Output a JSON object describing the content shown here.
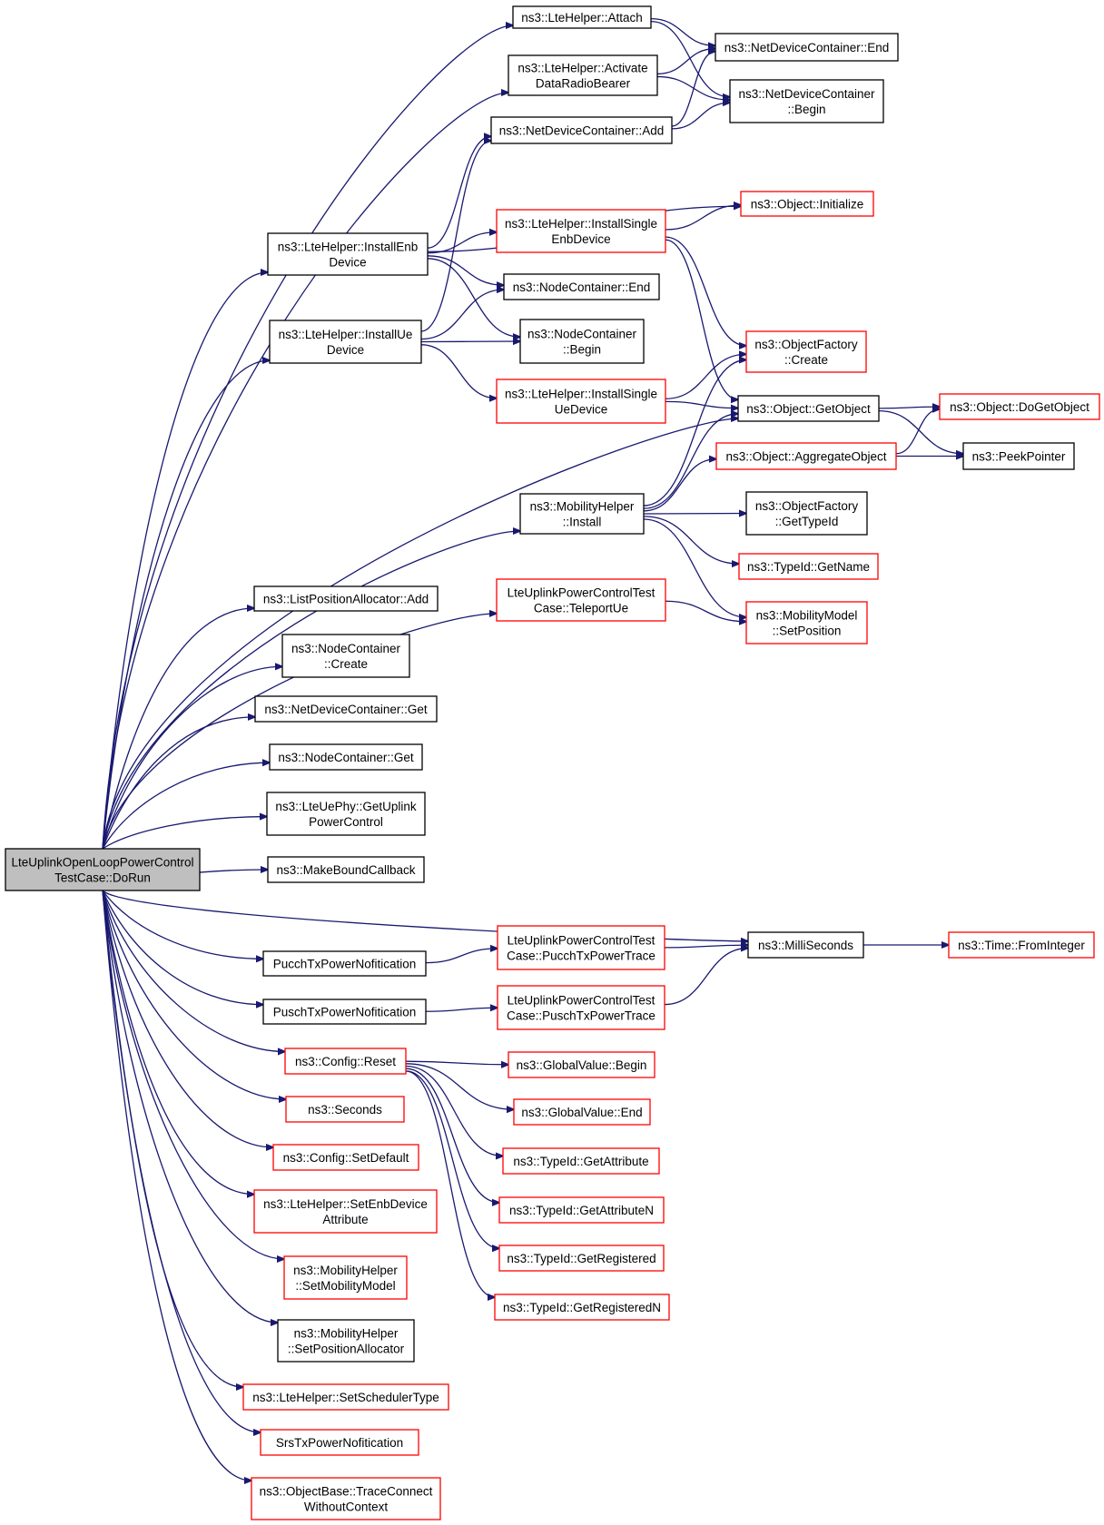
{
  "diagram": {
    "colors": {
      "edge": "#191970",
      "border_default": "#000000",
      "border_incomplete": "#ff0000",
      "root_fill": "#bfbfbf"
    },
    "nodes": [
      {
        "id": "root",
        "lines": [
          "LteUplinkOpenLoopPowerControl",
          "TestCase::DoRun"
        ],
        "style": "root"
      },
      {
        "id": "attach",
        "lines": [
          "ns3::LteHelper::Attach"
        ],
        "style": "black"
      },
      {
        "id": "ndc_end",
        "lines": [
          "ns3::NetDeviceContainer::End"
        ],
        "style": "black"
      },
      {
        "id": "activate",
        "lines": [
          "ns3::LteHelper::Activate",
          "DataRadioBearer"
        ],
        "style": "black"
      },
      {
        "id": "ndc_begin",
        "lines": [
          "ns3::NetDeviceContainer",
          "::Begin"
        ],
        "style": "black"
      },
      {
        "id": "ndc_add",
        "lines": [
          "ns3::NetDeviceContainer::Add"
        ],
        "style": "black"
      },
      {
        "id": "obj_init",
        "lines": [
          "ns3::Object::Initialize"
        ],
        "style": "red"
      },
      {
        "id": "inst_enb",
        "lines": [
          "ns3::LteHelper::InstallEnb",
          "Device"
        ],
        "style": "black"
      },
      {
        "id": "inst_single_enb",
        "lines": [
          "ns3::LteHelper::InstallSingle",
          "EnbDevice"
        ],
        "style": "red"
      },
      {
        "id": "nc_end",
        "lines": [
          "ns3::NodeContainer::End"
        ],
        "style": "black"
      },
      {
        "id": "inst_ue",
        "lines": [
          "ns3::LteHelper::InstallUe",
          "Device"
        ],
        "style": "black"
      },
      {
        "id": "nc_begin",
        "lines": [
          "ns3::NodeContainer",
          "::Begin"
        ],
        "style": "black"
      },
      {
        "id": "objfac_create",
        "lines": [
          "ns3::ObjectFactory",
          "::Create"
        ],
        "style": "red"
      },
      {
        "id": "inst_single_ue",
        "lines": [
          "ns3::LteHelper::InstallSingle",
          "UeDevice"
        ],
        "style": "red"
      },
      {
        "id": "getobject",
        "lines": [
          "ns3::Object::GetObject"
        ],
        "style": "black"
      },
      {
        "id": "dogetobject",
        "lines": [
          "ns3::Object::DoGetObject"
        ],
        "style": "red"
      },
      {
        "id": "aggregate",
        "lines": [
          "ns3::Object::AggregateObject"
        ],
        "style": "red"
      },
      {
        "id": "peekpointer",
        "lines": [
          "ns3::PeekPointer"
        ],
        "style": "black"
      },
      {
        "id": "mob_install",
        "lines": [
          "ns3::MobilityHelper",
          "::Install"
        ],
        "style": "black"
      },
      {
        "id": "objfac_typeid",
        "lines": [
          "ns3::ObjectFactory",
          "::GetTypeId"
        ],
        "style": "black"
      },
      {
        "id": "typeid_name",
        "lines": [
          "ns3::TypeId::GetName"
        ],
        "style": "red"
      },
      {
        "id": "teleport",
        "lines": [
          "LteUplinkPowerControlTest",
          "Case::TeleportUe"
        ],
        "style": "red"
      },
      {
        "id": "setposition",
        "lines": [
          "ns3::MobilityModel",
          "::SetPosition"
        ],
        "style": "red"
      },
      {
        "id": "lpa_add",
        "lines": [
          "ns3::ListPositionAllocator::Add"
        ],
        "style": "black"
      },
      {
        "id": "nc_create",
        "lines": [
          "ns3::NodeContainer",
          "::Create"
        ],
        "style": "black"
      },
      {
        "id": "ndc_get",
        "lines": [
          "ns3::NetDeviceContainer::Get"
        ],
        "style": "black"
      },
      {
        "id": "nc_get",
        "lines": [
          "ns3::NodeContainer::Get"
        ],
        "style": "black"
      },
      {
        "id": "uephy_getpc",
        "lines": [
          "ns3::LteUePhy::GetUplink",
          "PowerControl"
        ],
        "style": "black"
      },
      {
        "id": "mbc",
        "lines": [
          "ns3::MakeBoundCallback"
        ],
        "style": "black"
      },
      {
        "id": "ms",
        "lines": [
          "ns3::MilliSeconds"
        ],
        "style": "black"
      },
      {
        "id": "fromint",
        "lines": [
          "ns3::Time::FromInteger"
        ],
        "style": "red"
      },
      {
        "id": "pucch_nof",
        "lines": [
          "PucchTxPowerNofitication"
        ],
        "style": "black"
      },
      {
        "id": "pucch_trace",
        "lines": [
          "LteUplinkPowerControlTest",
          "Case::PucchTxPowerTrace"
        ],
        "style": "red"
      },
      {
        "id": "pusch_nof",
        "lines": [
          "PuschTxPowerNofitication"
        ],
        "style": "black"
      },
      {
        "id": "pusch_trace",
        "lines": [
          "LteUplinkPowerControlTest",
          "Case::PuschTxPowerTrace"
        ],
        "style": "red"
      },
      {
        "id": "cfg_reset",
        "lines": [
          "ns3::Config::Reset"
        ],
        "style": "red"
      },
      {
        "id": "gv_begin",
        "lines": [
          "ns3::GlobalValue::Begin"
        ],
        "style": "red"
      },
      {
        "id": "gv_end",
        "lines": [
          "ns3::GlobalValue::End"
        ],
        "style": "red"
      },
      {
        "id": "seconds",
        "lines": [
          "ns3::Seconds"
        ],
        "style": "red"
      },
      {
        "id": "tid_getattr",
        "lines": [
          "ns3::TypeId::GetAttribute"
        ],
        "style": "red"
      },
      {
        "id": "cfg_setdefault",
        "lines": [
          "ns3::Config::SetDefault"
        ],
        "style": "red"
      },
      {
        "id": "tid_getattrn",
        "lines": [
          "ns3::TypeId::GetAttributeN"
        ],
        "style": "red"
      },
      {
        "id": "setenbattr",
        "lines": [
          "ns3::LteHelper::SetEnbDevice",
          "Attribute"
        ],
        "style": "red"
      },
      {
        "id": "tid_getreg",
        "lines": [
          "ns3::TypeId::GetRegistered"
        ],
        "style": "red"
      },
      {
        "id": "mob_setmodel",
        "lines": [
          "ns3::MobilityHelper",
          "::SetMobilityModel"
        ],
        "style": "red"
      },
      {
        "id": "tid_getregn",
        "lines": [
          "ns3::TypeId::GetRegisteredN"
        ],
        "style": "red"
      },
      {
        "id": "mob_setpos",
        "lines": [
          "ns3::MobilityHelper",
          "::SetPositionAllocator"
        ],
        "style": "black"
      },
      {
        "id": "setsched",
        "lines": [
          "ns3::LteHelper::SetSchedulerType"
        ],
        "style": "red"
      },
      {
        "id": "srs_nof",
        "lines": [
          "SrsTxPowerNofitication"
        ],
        "style": "red"
      },
      {
        "id": "traceconnect",
        "lines": [
          "ns3::ObjectBase::TraceConnect",
          "WithoutContext"
        ],
        "style": "red"
      }
    ],
    "edges": [
      [
        "root",
        "attach"
      ],
      [
        "root",
        "activate"
      ],
      [
        "root",
        "inst_enb"
      ],
      [
        "root",
        "inst_ue"
      ],
      [
        "root",
        "getobject"
      ],
      [
        "root",
        "mob_install"
      ],
      [
        "root",
        "teleport"
      ],
      [
        "root",
        "lpa_add"
      ],
      [
        "root",
        "nc_create"
      ],
      [
        "root",
        "ndc_get"
      ],
      [
        "root",
        "nc_get"
      ],
      [
        "root",
        "uephy_getpc"
      ],
      [
        "root",
        "mbc"
      ],
      [
        "root",
        "ms"
      ],
      [
        "root",
        "pucch_nof"
      ],
      [
        "root",
        "pusch_nof"
      ],
      [
        "root",
        "cfg_reset"
      ],
      [
        "root",
        "seconds"
      ],
      [
        "root",
        "cfg_setdefault"
      ],
      [
        "root",
        "setenbattr"
      ],
      [
        "root",
        "mob_setmodel"
      ],
      [
        "root",
        "mob_setpos"
      ],
      [
        "root",
        "setsched"
      ],
      [
        "root",
        "srs_nof"
      ],
      [
        "root",
        "traceconnect"
      ],
      [
        "attach",
        "ndc_end"
      ],
      [
        "attach",
        "ndc_begin"
      ],
      [
        "activate",
        "ndc_end"
      ],
      [
        "activate",
        "ndc_begin"
      ],
      [
        "ndc_add",
        "ndc_end"
      ],
      [
        "ndc_add",
        "ndc_begin"
      ],
      [
        "inst_enb",
        "ndc_add"
      ],
      [
        "inst_enb",
        "obj_init"
      ],
      [
        "inst_enb",
        "inst_single_enb"
      ],
      [
        "inst_enb",
        "nc_end"
      ],
      [
        "inst_enb",
        "nc_begin"
      ],
      [
        "inst_single_enb",
        "obj_init"
      ],
      [
        "inst_single_enb",
        "objfac_create"
      ],
      [
        "inst_single_enb",
        "getobject"
      ],
      [
        "inst_ue",
        "ndc_add"
      ],
      [
        "inst_ue",
        "nc_end"
      ],
      [
        "inst_ue",
        "nc_begin"
      ],
      [
        "inst_ue",
        "inst_single_ue"
      ],
      [
        "inst_single_ue",
        "objfac_create"
      ],
      [
        "inst_single_ue",
        "getobject"
      ],
      [
        "getobject",
        "dogetobject"
      ],
      [
        "getobject",
        "peekpointer"
      ],
      [
        "aggregate",
        "dogetobject"
      ],
      [
        "aggregate",
        "peekpointer"
      ],
      [
        "mob_install",
        "objfac_create"
      ],
      [
        "mob_install",
        "getobject"
      ],
      [
        "mob_install",
        "aggregate"
      ],
      [
        "mob_install",
        "objfac_typeid"
      ],
      [
        "mob_install",
        "typeid_name"
      ],
      [
        "mob_install",
        "setposition"
      ],
      [
        "teleport",
        "setposition"
      ],
      [
        "ms",
        "fromint"
      ],
      [
        "pucch_nof",
        "pucch_trace"
      ],
      [
        "pucch_trace",
        "ms"
      ],
      [
        "pusch_nof",
        "pusch_trace"
      ],
      [
        "pusch_trace",
        "ms"
      ],
      [
        "cfg_reset",
        "gv_begin"
      ],
      [
        "cfg_reset",
        "gv_end"
      ],
      [
        "cfg_reset",
        "tid_getattr"
      ],
      [
        "cfg_reset",
        "tid_getattrn"
      ],
      [
        "cfg_reset",
        "tid_getreg"
      ],
      [
        "cfg_reset",
        "tid_getregn"
      ]
    ]
  }
}
